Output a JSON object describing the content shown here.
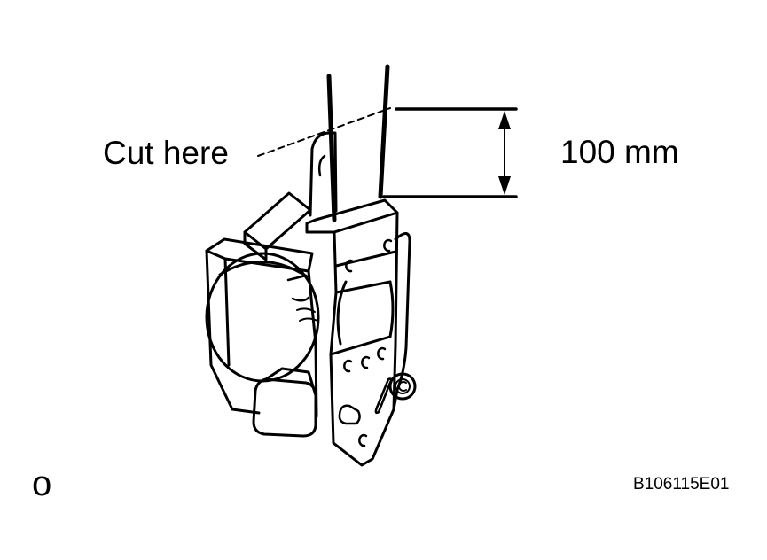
{
  "labels": {
    "cut_text": "Cut here",
    "dimension_text": "100 mm",
    "corner_mark": "o",
    "figure_code": "B106115E01"
  },
  "colors": {
    "ink": "#000000",
    "background": "#ffffff"
  }
}
